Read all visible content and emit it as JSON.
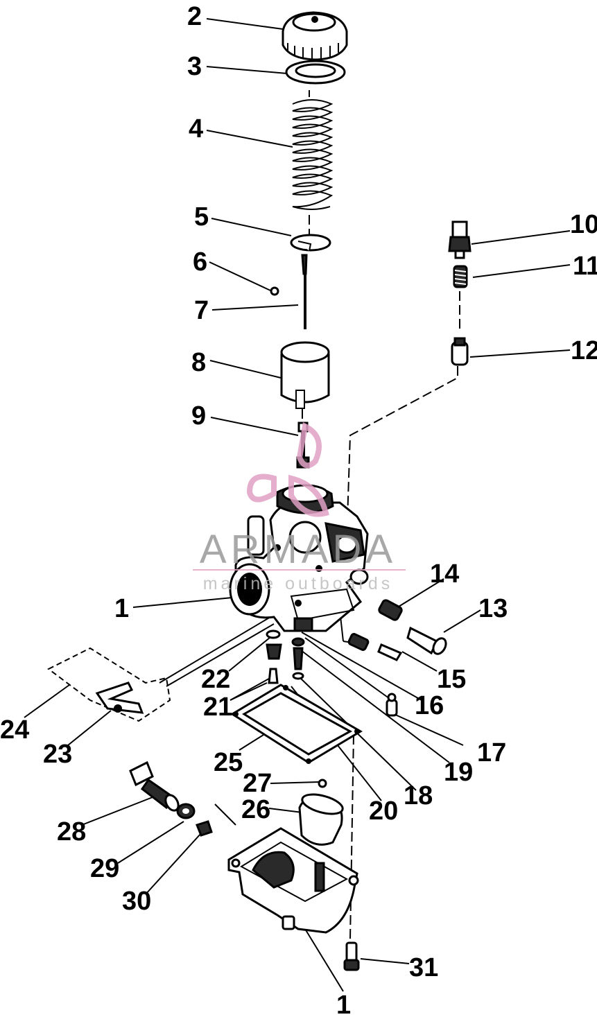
{
  "diagram": {
    "callouts": [
      {
        "id": "c2",
        "label": "2"
      },
      {
        "id": "c3",
        "label": "3"
      },
      {
        "id": "c4",
        "label": "4"
      },
      {
        "id": "c5",
        "label": "5"
      },
      {
        "id": "c6",
        "label": "6"
      },
      {
        "id": "c7",
        "label": "7"
      },
      {
        "id": "c8",
        "label": "8"
      },
      {
        "id": "c9",
        "label": "9"
      },
      {
        "id": "c10",
        "label": "10"
      },
      {
        "id": "c11",
        "label": "11"
      },
      {
        "id": "c12",
        "label": "12"
      },
      {
        "id": "c1a",
        "label": "1"
      },
      {
        "id": "c14",
        "label": "14"
      },
      {
        "id": "c13",
        "label": "13"
      },
      {
        "id": "c15",
        "label": "15"
      },
      {
        "id": "c16",
        "label": "16"
      },
      {
        "id": "c22",
        "label": "22"
      },
      {
        "id": "c21",
        "label": "21"
      },
      {
        "id": "c24",
        "label": "24"
      },
      {
        "id": "c23",
        "label": "23"
      },
      {
        "id": "c25",
        "label": "25"
      },
      {
        "id": "c17",
        "label": "17"
      },
      {
        "id": "c19",
        "label": "19"
      },
      {
        "id": "c18",
        "label": "18"
      },
      {
        "id": "c20",
        "label": "20"
      },
      {
        "id": "c27",
        "label": "27"
      },
      {
        "id": "c26",
        "label": "26"
      },
      {
        "id": "c28",
        "label": "28"
      },
      {
        "id": "c29",
        "label": "29"
      },
      {
        "id": "c30",
        "label": "30"
      },
      {
        "id": "c31",
        "label": "31"
      },
      {
        "id": "c1b",
        "label": "1"
      }
    ],
    "watermark": {
      "brand": "ARMADA",
      "tagline": "marine outboards",
      "logo_color": "#e0a0c4"
    }
  }
}
